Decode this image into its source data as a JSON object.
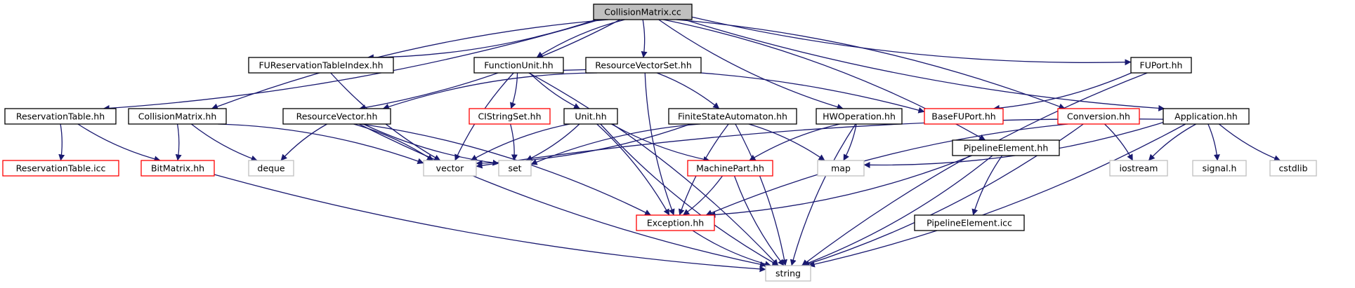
{
  "colors": {
    "edge": "#191970",
    "root_fill": "#bfbfbf",
    "root_border": "#000000",
    "normal_border": "#000000",
    "missing_border": "#ff0000",
    "system_border": "#bfbfbf",
    "text": "#000000"
  },
  "nodes": [
    {
      "id": "collisionmatrix_cc",
      "label": "CollisionMatrix.cc",
      "kind": "root"
    },
    {
      "id": "fureservationtableindex_hh",
      "label": "FUReservationTableIndex.hh",
      "kind": "normal"
    },
    {
      "id": "functionunit_hh",
      "label": "FunctionUnit.hh",
      "kind": "normal"
    },
    {
      "id": "resourcevectorset_hh",
      "label": "ResourceVectorSet.hh",
      "kind": "normal"
    },
    {
      "id": "fuport_hh",
      "label": "FUPort.hh",
      "kind": "normal"
    },
    {
      "id": "reservationtable_hh",
      "label": "ReservationTable.hh",
      "kind": "normal"
    },
    {
      "id": "collisionmatrix_hh",
      "label": "CollisionMatrix.hh",
      "kind": "normal"
    },
    {
      "id": "resourcevector_hh",
      "label": "ResourceVector.hh",
      "kind": "normal"
    },
    {
      "id": "cistringset_hh",
      "label": "CIStringSet.hh",
      "kind": "missing"
    },
    {
      "id": "unit_hh",
      "label": "Unit.hh",
      "kind": "normal"
    },
    {
      "id": "finitestateautomaton_hh",
      "label": "FiniteStateAutomaton.hh",
      "kind": "normal"
    },
    {
      "id": "hwoperation_hh",
      "label": "HWOperation.hh",
      "kind": "normal"
    },
    {
      "id": "basefuport_hh",
      "label": "BaseFUPort.hh",
      "kind": "missing"
    },
    {
      "id": "conversion_hh",
      "label": "Conversion.hh",
      "kind": "missing"
    },
    {
      "id": "application_hh",
      "label": "Application.hh",
      "kind": "normal"
    },
    {
      "id": "reservationtable_icc",
      "label": "ReservationTable.icc",
      "kind": "missing"
    },
    {
      "id": "bitmatrix_hh",
      "label": "BitMatrix.hh",
      "kind": "missing"
    },
    {
      "id": "deque",
      "label": "deque",
      "kind": "system"
    },
    {
      "id": "vector",
      "label": "vector",
      "kind": "system"
    },
    {
      "id": "set",
      "label": "set",
      "kind": "system"
    },
    {
      "id": "machinepart_hh",
      "label": "MachinePart.hh",
      "kind": "missing"
    },
    {
      "id": "map",
      "label": "map",
      "kind": "system"
    },
    {
      "id": "pipelineelement_hh",
      "label": "PipelineElement.hh",
      "kind": "normal"
    },
    {
      "id": "iostream",
      "label": "iostream",
      "kind": "system"
    },
    {
      "id": "signal_h",
      "label": "signal.h",
      "kind": "system"
    },
    {
      "id": "cstdlib",
      "label": "cstdlib",
      "kind": "system"
    },
    {
      "id": "exception_hh",
      "label": "Exception.hh",
      "kind": "missing"
    },
    {
      "id": "pipelineelement_icc",
      "label": "PipelineElement.icc",
      "kind": "normal"
    },
    {
      "id": "string",
      "label": "string",
      "kind": "system"
    }
  ],
  "edges": [
    [
      "collisionmatrix_cc",
      "fureservationtableindex_hh"
    ],
    [
      "collisionmatrix_cc",
      "functionunit_hh"
    ],
    [
      "collisionmatrix_cc",
      "resourcevectorset_hh"
    ],
    [
      "collisionmatrix_cc",
      "fuport_hh"
    ],
    [
      "collisionmatrix_cc",
      "reservationtable_hh"
    ],
    [
      "collisionmatrix_cc",
      "collisionmatrix_hh"
    ],
    [
      "collisionmatrix_cc",
      "resourcevector_hh"
    ],
    [
      "collisionmatrix_cc",
      "hwoperation_hh"
    ],
    [
      "collisionmatrix_cc",
      "conversion_hh"
    ],
    [
      "collisionmatrix_cc",
      "application_hh"
    ],
    [
      "collisionmatrix_cc",
      "pipelineelement_hh"
    ],
    [
      "fureservationtableindex_hh",
      "vector"
    ],
    [
      "functionunit_hh",
      "cistringset_hh"
    ],
    [
      "functionunit_hh",
      "unit_hh"
    ],
    [
      "functionunit_hh",
      "basefuport_hh"
    ],
    [
      "functionunit_hh",
      "vector"
    ],
    [
      "functionunit_hh",
      "string"
    ],
    [
      "resourcevectorset_hh",
      "resourcevector_hh"
    ],
    [
      "resourcevectorset_hh",
      "finitestateautomaton_hh"
    ],
    [
      "resourcevectorset_hh",
      "exception_hh"
    ],
    [
      "fuport_hh",
      "basefuport_hh"
    ],
    [
      "fuport_hh",
      "string"
    ],
    [
      "reservationtable_hh",
      "reservationtable_icc"
    ],
    [
      "reservationtable_hh",
      "bitmatrix_hh"
    ],
    [
      "collisionmatrix_hh",
      "bitmatrix_hh"
    ],
    [
      "collisionmatrix_hh",
      "deque"
    ],
    [
      "collisionmatrix_hh",
      "vector"
    ],
    [
      "resourcevector_hh",
      "deque"
    ],
    [
      "resourcevector_hh",
      "vector"
    ],
    [
      "resourcevector_hh",
      "set"
    ],
    [
      "resourcevector_hh",
      "exception_hh"
    ],
    [
      "resourcevector_hh",
      "string"
    ],
    [
      "cistringset_hh",
      "set"
    ],
    [
      "unit_hh",
      "vector"
    ],
    [
      "unit_hh",
      "set"
    ],
    [
      "unit_hh",
      "machinepart_hh"
    ],
    [
      "unit_hh",
      "exception_hh"
    ],
    [
      "unit_hh",
      "string"
    ],
    [
      "finitestateautomaton_hh",
      "vector"
    ],
    [
      "finitestateautomaton_hh",
      "set"
    ],
    [
      "finitestateautomaton_hh",
      "map"
    ],
    [
      "finitestateautomaton_hh",
      "exception_hh"
    ],
    [
      "finitestateautomaton_hh",
      "string"
    ],
    [
      "hwoperation_hh",
      "machinepart_hh"
    ],
    [
      "hwoperation_hh",
      "map"
    ],
    [
      "hwoperation_hh",
      "string"
    ],
    [
      "conversion_hh",
      "iostream"
    ],
    [
      "conversion_hh",
      "exception_hh"
    ],
    [
      "conversion_hh",
      "string"
    ],
    [
      "application_hh",
      "vector"
    ],
    [
      "application_hh",
      "map"
    ],
    [
      "application_hh",
      "iostream"
    ],
    [
      "application_hh",
      "signal_h"
    ],
    [
      "application_hh",
      "cstdlib"
    ],
    [
      "application_hh",
      "string"
    ],
    [
      "bitmatrix_hh",
      "string"
    ],
    [
      "machinepart_hh",
      "exception_hh"
    ],
    [
      "machinepart_hh",
      "string"
    ],
    [
      "pipelineelement_hh",
      "exception_hh"
    ],
    [
      "pipelineelement_hh",
      "pipelineelement_icc"
    ],
    [
      "pipelineelement_hh",
      "string"
    ],
    [
      "exception_hh",
      "string"
    ]
  ]
}
